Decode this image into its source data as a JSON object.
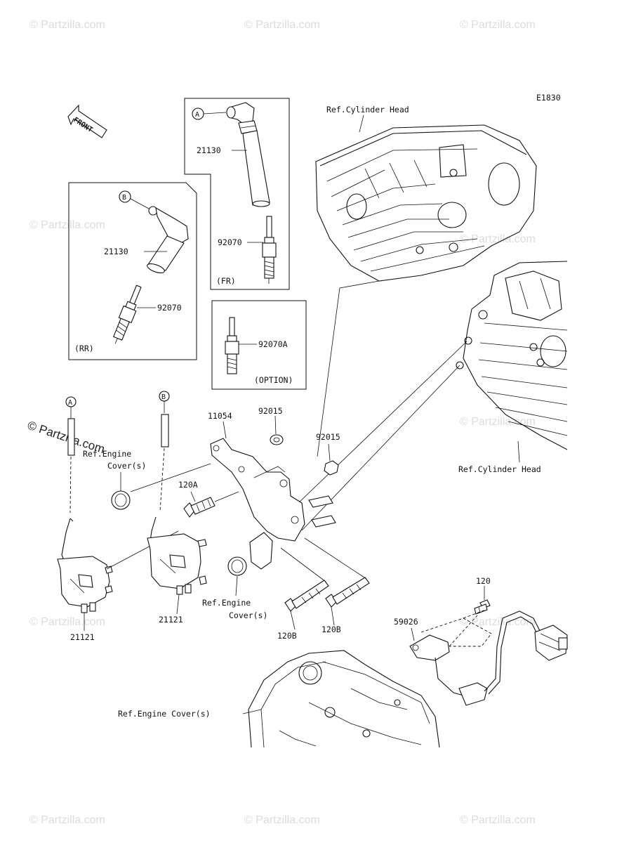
{
  "diagram": {
    "code": "E1830",
    "front_arrow": "FRONT",
    "watermark": "© Partzilla.com",
    "boxes": {
      "fr": "(FR)",
      "rr": "(RR)",
      "option": "(OPTION)"
    },
    "parts": {
      "cap_fr": "21130",
      "plug_fr": "92070",
      "cap_rr": "21130",
      "plug_rr": "92070",
      "plug_option": "92070A",
      "bracket": "11054",
      "grommet_a": "92015",
      "grommet_b": "92015",
      "bolt_120a": "120A",
      "coil_left": "21121",
      "coil_right": "21121",
      "bolt_120b_left": "120B",
      "bolt_120b_right": "120B",
      "bolt_120": "120",
      "sensor": "59026"
    },
    "refs": {
      "cyl_head_top": "Ref.Cylinder Head",
      "cyl_head_right": "Ref.Cylinder Head",
      "eng_cover_upper_1": "Ref.Engine",
      "eng_cover_upper_2": "Cover(s)",
      "eng_cover_mid_1": "Ref.Engine",
      "eng_cover_mid_2": "Cover(s)",
      "eng_cover_bottom": "Ref.Engine Cover(s)"
    },
    "markers": {
      "a": "A",
      "b": "B"
    }
  }
}
